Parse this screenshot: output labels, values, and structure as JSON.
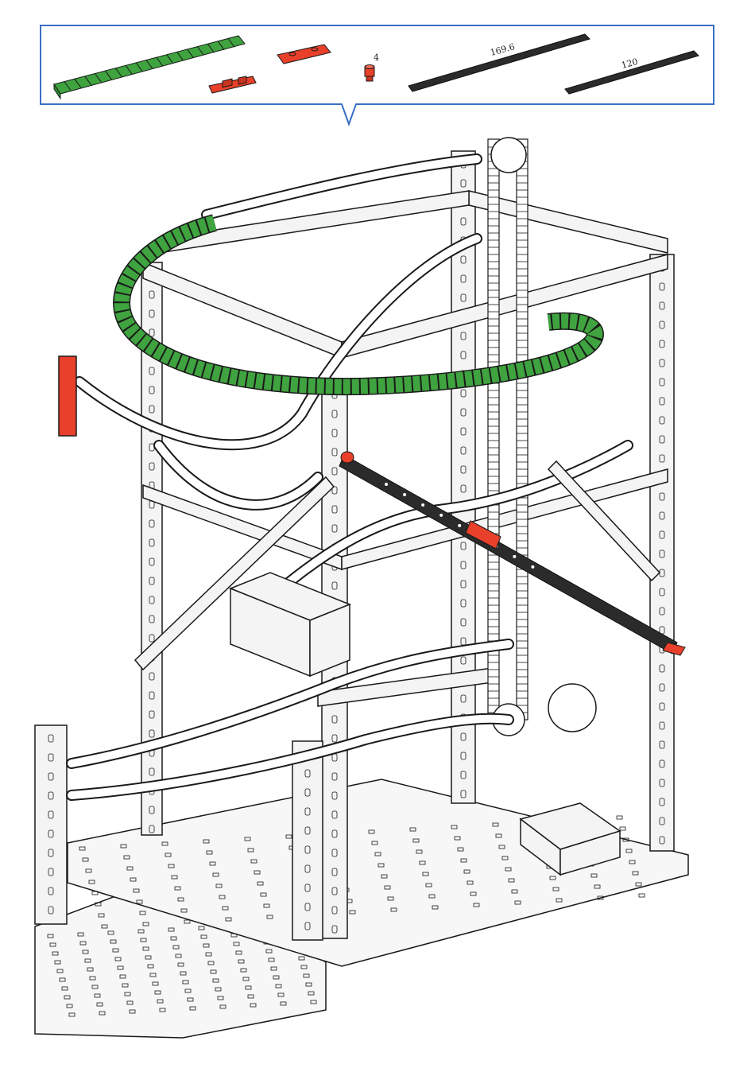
{
  "parts_callout": {
    "border_color": "#3a6fc4",
    "parts": [
      {
        "name": "green-flex-track",
        "color": "#3fa33f",
        "label": ""
      },
      {
        "name": "red-plate",
        "color": "#e8402a",
        "label": ""
      },
      {
        "name": "red-bracket",
        "color": "#e8402a",
        "label": ""
      },
      {
        "name": "red-peg",
        "color": "#e8402a",
        "label": "4"
      },
      {
        "name": "black-strut-long",
        "color": "#2b2b2b",
        "label": "169.6"
      },
      {
        "name": "black-strut-short",
        "color": "#2b2b2b",
        "label": "120"
      }
    ]
  },
  "colors": {
    "outline": "#1a1a1a",
    "frame": "#f4f4f4",
    "track_green": "#3fa33f",
    "accent_red": "#e8402a",
    "strut_black": "#2b2b2b"
  }
}
